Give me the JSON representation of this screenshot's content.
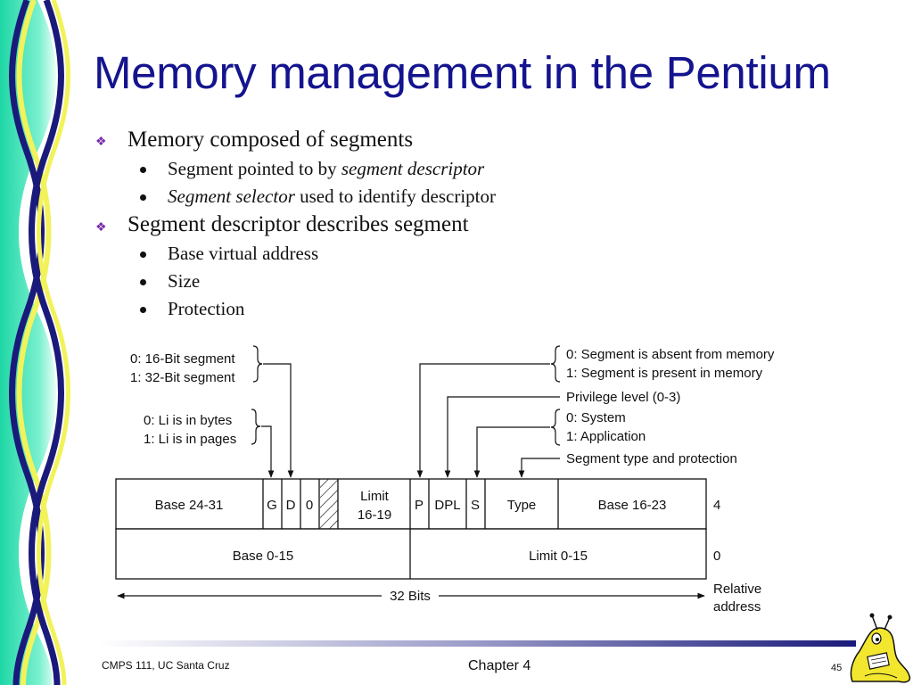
{
  "slide": {
    "title": "Memory management in the Pentium",
    "bullets": [
      {
        "text": "Memory composed of segments",
        "sub": [
          {
            "parts": [
              {
                "t": "Segment pointed to by ",
                "i": false
              },
              {
                "t": "segment descriptor",
                "i": true
              }
            ]
          },
          {
            "parts": [
              {
                "t": "Segment selector",
                "i": true
              },
              {
                "t": " used to identify descriptor",
                "i": false
              }
            ]
          }
        ]
      },
      {
        "text": "Segment descriptor describes segment",
        "sub": [
          {
            "parts": [
              {
                "t": "Base virtual address",
                "i": false
              }
            ]
          },
          {
            "parts": [
              {
                "t": "Size",
                "i": false
              }
            ]
          },
          {
            "parts": [
              {
                "t": "Protection",
                "i": false
              }
            ]
          }
        ]
      }
    ]
  },
  "diagram": {
    "labels": {
      "g_bit_0": "0: 16-Bit segment",
      "g_bit_1": "1: 32-Bit segment",
      "li_0": "0: Li is in bytes",
      "li_1": "1: Li is in pages",
      "p_0": "0: Segment is absent from memory",
      "p_1": "1: Segment is present in memory",
      "privilege": "Privilege level (0-3)",
      "s_0": "0: System",
      "s_1": "1: Application",
      "type_desc": "Segment type and protection"
    },
    "row1": {
      "base_24_31": "Base 24-31",
      "g": "G",
      "d": "D",
      "zero": "0",
      "limit_a": "Limit",
      "limit_b": "16-19",
      "p": "P",
      "dpl": "DPL",
      "s": "S",
      "type": "Type",
      "base_16_23": "Base 16-23",
      "offset": "4"
    },
    "row2": {
      "base_0_15": "Base 0-15",
      "limit_0_15": "Limit 0-15",
      "offset": "0"
    },
    "bits": "32 Bits",
    "relative_a": "Relative",
    "relative_b": "address"
  },
  "footer": {
    "course": "CMPS 111, UC Santa Cruz",
    "chapter": "Chapter 4",
    "page": "45"
  },
  "colors": {
    "title": "#14148f",
    "bullet_diamond": "#7a2ba8",
    "deco_teal": "#2ee6b4",
    "deco_navy": "#1a1a7a",
    "deco_yellow": "#f2f25a",
    "footer_bar": "#1a1a7a"
  }
}
